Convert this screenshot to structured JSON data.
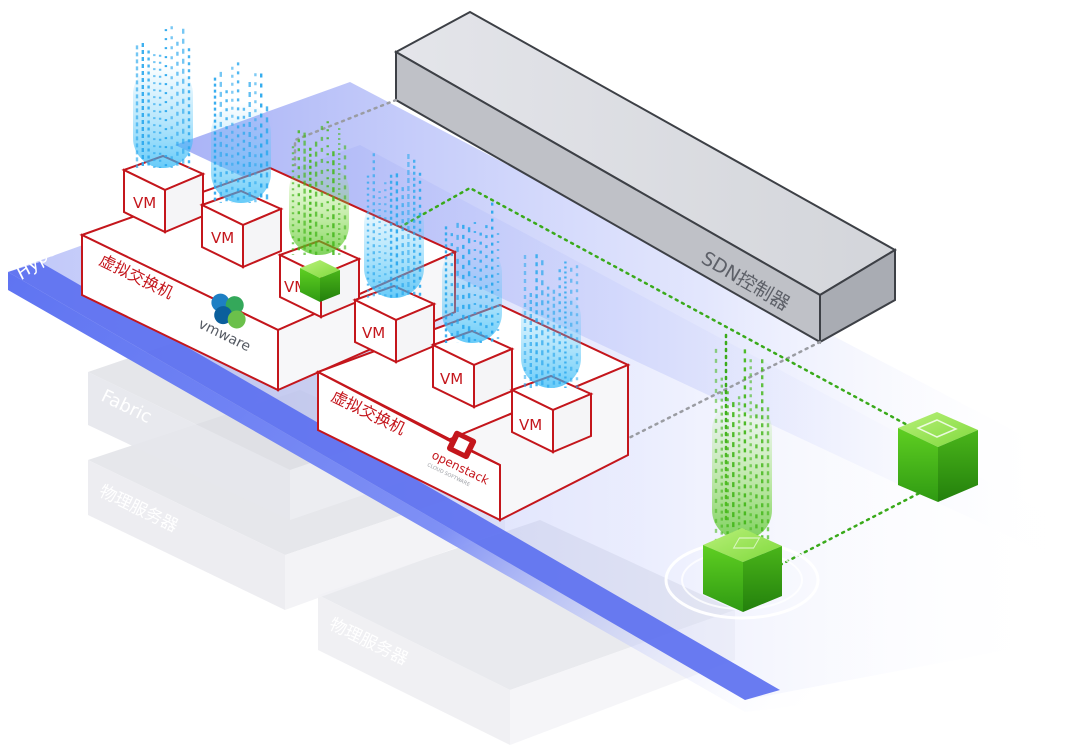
{
  "layers": {
    "hypervisor": "Hypervisor / ESXI",
    "fabric": "Fabric",
    "physical_server_a": "物理服务器",
    "physical_server_b": "物理服务器"
  },
  "sdn_controller": {
    "label": "SDN控制器"
  },
  "switch_vmware": {
    "label": "虚拟交换机",
    "logo": "vmware",
    "vms": [
      "VM",
      "VM",
      "VM"
    ]
  },
  "switch_openstack": {
    "label": "虚拟交换机",
    "logo_name": "openstack",
    "logo_sub": "CLOUD SOFTWARE",
    "vms": [
      "VM",
      "VM",
      "VM"
    ]
  },
  "colors": {
    "hypervisor_band": "#6b7ff5",
    "switch_border": "#c4161c",
    "controller_fill": "#c9cbd0",
    "agent_green": "#4cc21a",
    "data_stream_blue": "#29b6f6"
  }
}
